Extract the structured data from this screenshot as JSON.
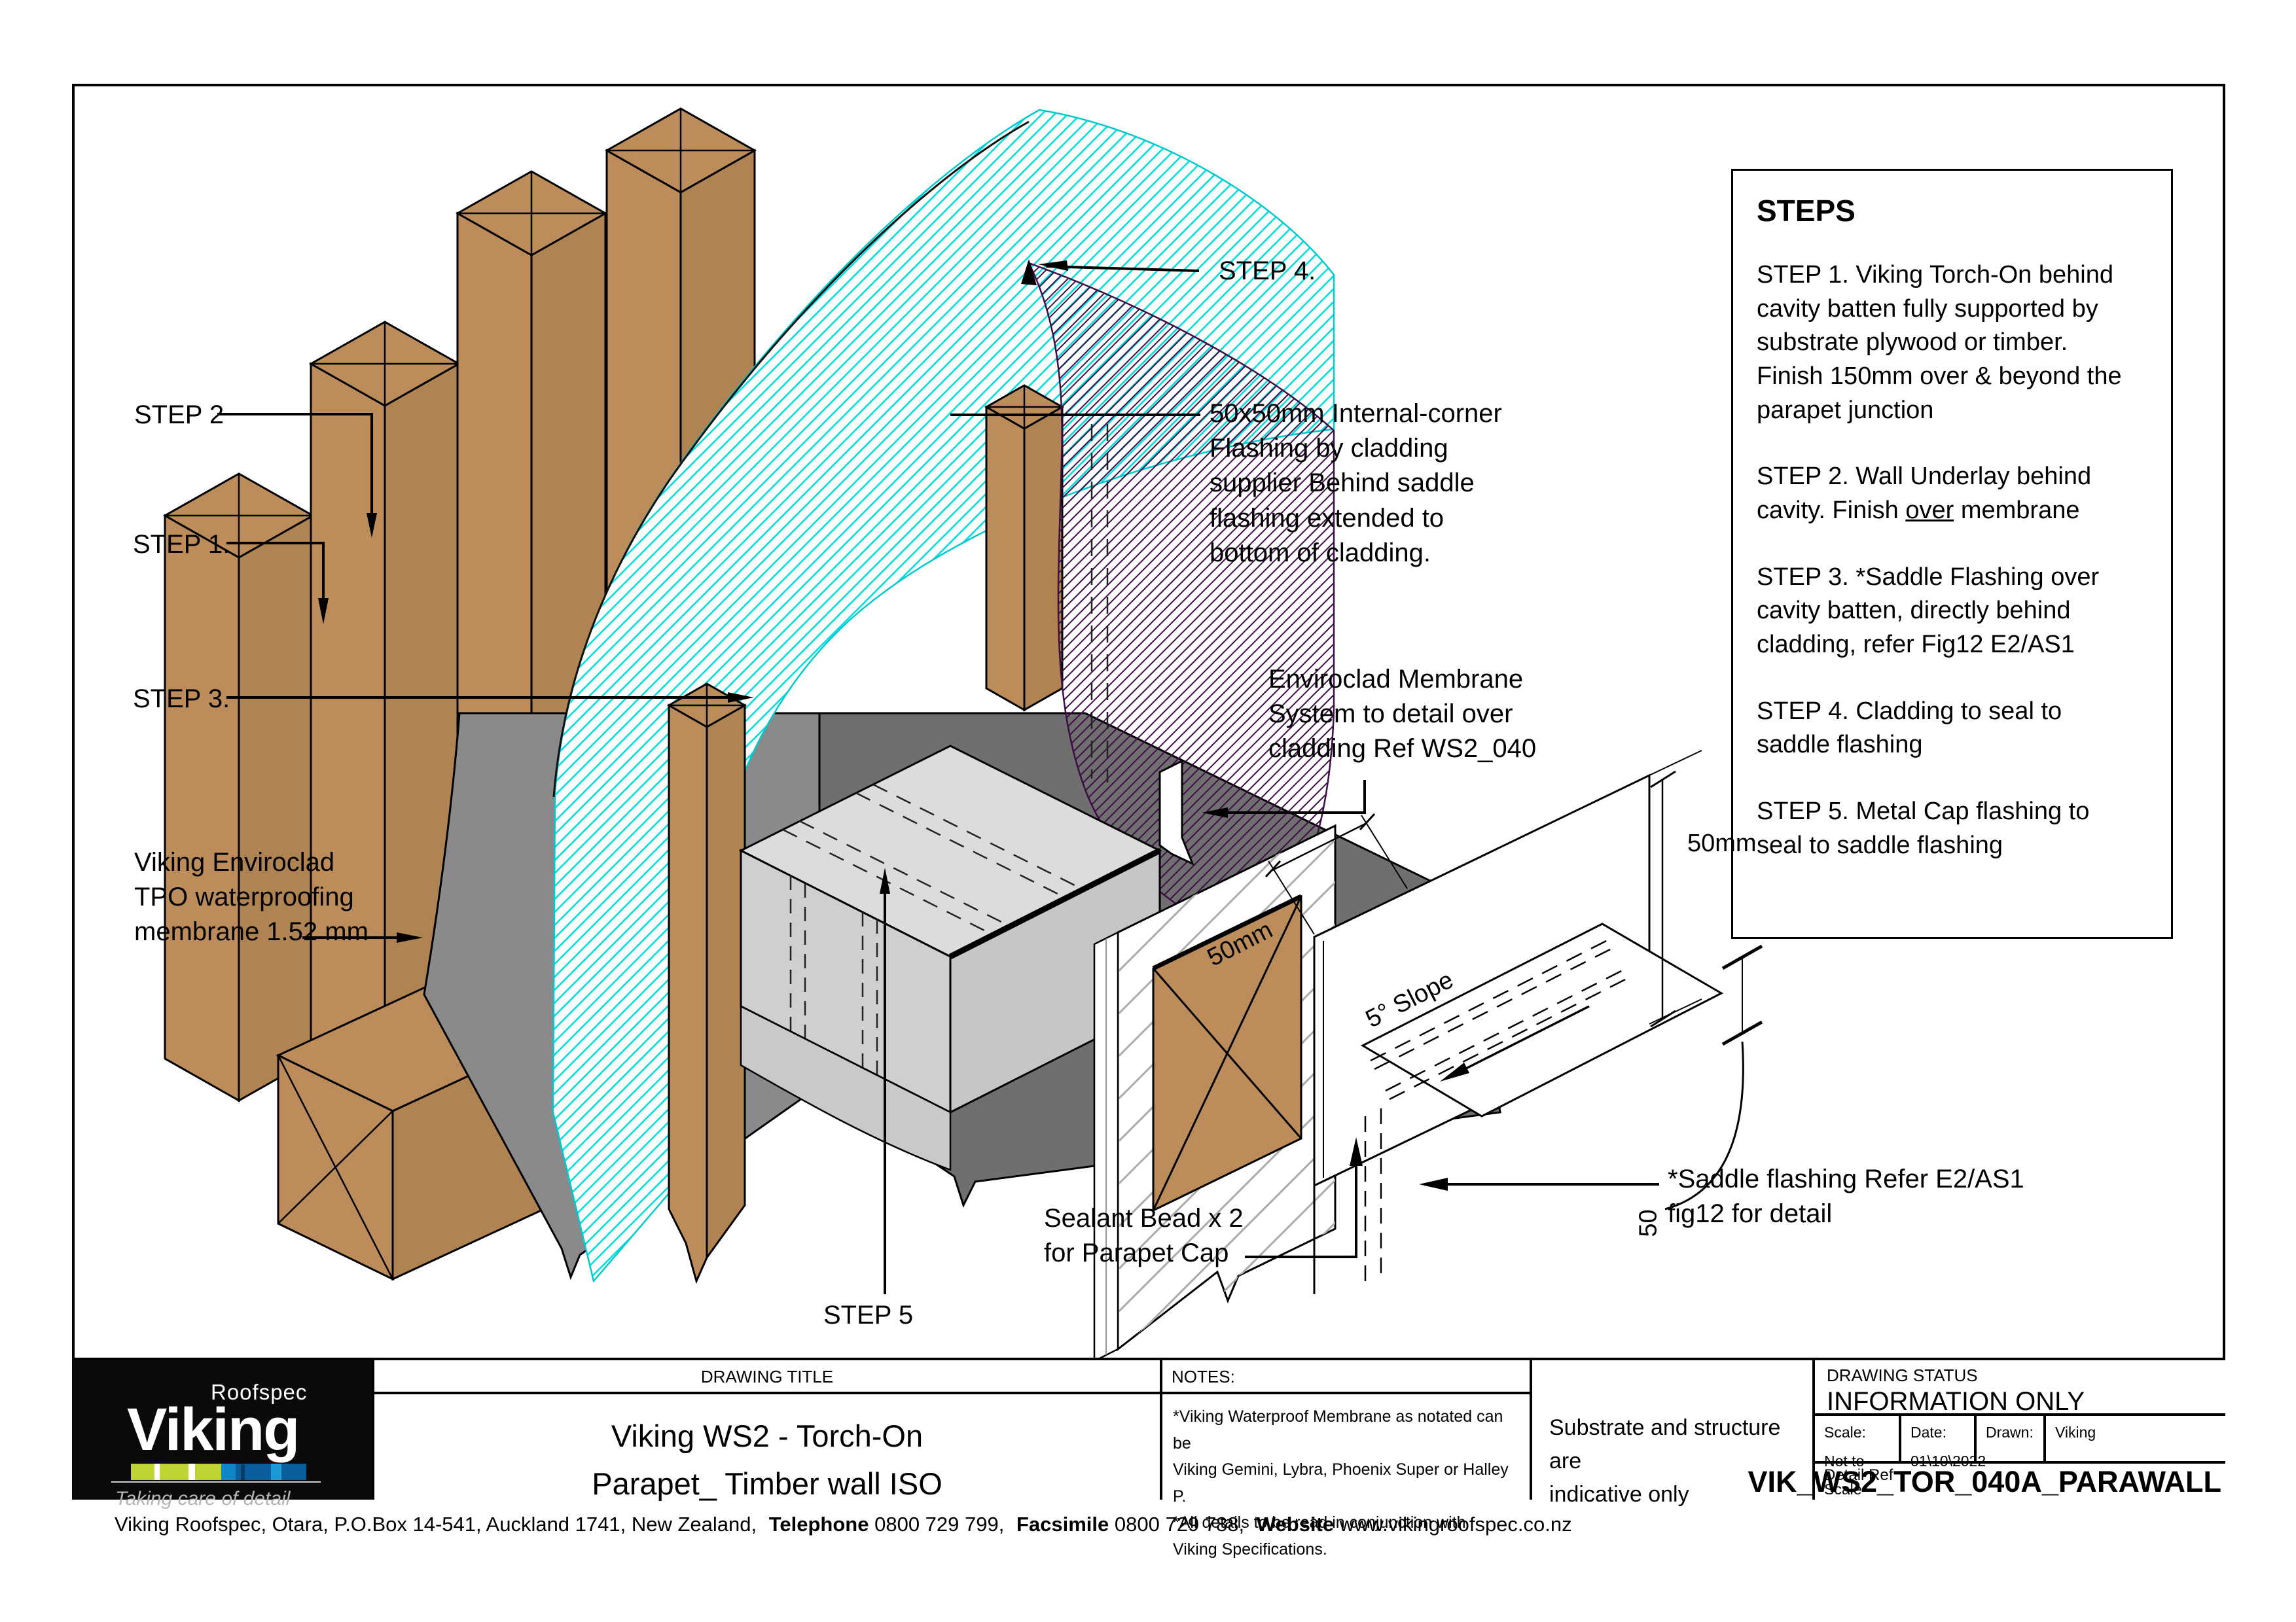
{
  "steps_panel": {
    "title": "STEPS",
    "step1": "STEP 1. Viking Torch-On behind\ncavity batten fully supported by\nsubstrate plywood or timber.\nFinish 150mm over & beyond the\nparapet junction",
    "step2_pre": "STEP 2. Wall Underlay behind\ncavity. Finish ",
    "step2_underlined": "over",
    "step2_post": " membrane",
    "step3": "STEP 3. *Saddle Flashing over\ncavity batten, directly behind\ncladding, refer Fig12 E2/AS1",
    "step4": "STEP 4. Cladding to seal to\nsaddle flashing",
    "step5": "STEP 5. Metal Cap flashing to\nseal to saddle flashing"
  },
  "drawing_labels": {
    "step1": "STEP 1.",
    "step2": "STEP 2",
    "step3": "STEP 3.",
    "step4": "STEP 4.",
    "step5": "STEP 5",
    "membrane": "Viking Enviroclad\nTPO waterproofing\nmembrane 1.52 mm",
    "internal_corner": "50x50mm Internal-corner\nFlashing by cladding\nsupplier Behind saddle\nflashing extended to\nbottom of cladding.",
    "enviroclad": "Enviroclad Membrane\nSystem to detail over\ncladding Ref WS2_040",
    "sealant": "Sealant Bead x 2\nfor Parapet Cap",
    "saddle_ref": "*Saddle flashing Refer E2/AS1\nfig12 for detail",
    "dim_50mm_left": "50mm",
    "dim_50mm_right": "50mm",
    "dim_50": "50",
    "slope": "5° Slope"
  },
  "title_block": {
    "drawing_title_header": "DRAWING TITLE",
    "drawing_title": "Viking WS2 - Torch-On\nParapet_ Timber wall ISO",
    "notes_header": "NOTES:",
    "notes": "*Viking Waterproof Membrane as notated can be\nViking Gemini, Lybra, Phoenix Super or Halley P.\n*All details to be read in conjunction with\nViking Specifications.",
    "substrate_note": "Substrate and structure are\nindicative only",
    "drawing_status_header": "DRAWING STATUS",
    "drawing_status": "INFORMATION ONLY",
    "scale_label": "Scale:",
    "scale_value": "Not to Scale",
    "date_label": "Date:",
    "date_value": "01\\10\\2022",
    "drawn_label": "Drawn:",
    "drawn_value": "Viking",
    "detail_ref_label": "Detail Ref",
    "detail_ref_value": "VIK_WS2_TOR_040A_PARAWALL"
  },
  "logo": {
    "brand": "Viking",
    "sub": "Roofspec",
    "tagline": "Taking care of detail"
  },
  "footer": {
    "address": "Viking Roofspec, Otara, P.O.Box 14-541, Auckland 1741, New Zealand,",
    "phone_label": "Telephone",
    "phone": "0800 729 799,",
    "fax_label": "Facsimile",
    "fax": "0800 729 788,",
    "website_label": "Website",
    "website": "www.vikingroofspec.co.nz"
  },
  "colors": {
    "timber": "#BC8D5B",
    "timber_shade": "#B08352",
    "wall_gray": "#8A8A8A",
    "wall_gray_dark": "#6F6F6F",
    "cap_gray": "#DCDCDC",
    "underlay_cyan": "#00DCE2",
    "saddle_purple": "#3C0E45",
    "logo_lime": "#BFD434",
    "logo_blue": "#0F86C8",
    "logo_blue_dark": "#0A5E9C"
  }
}
